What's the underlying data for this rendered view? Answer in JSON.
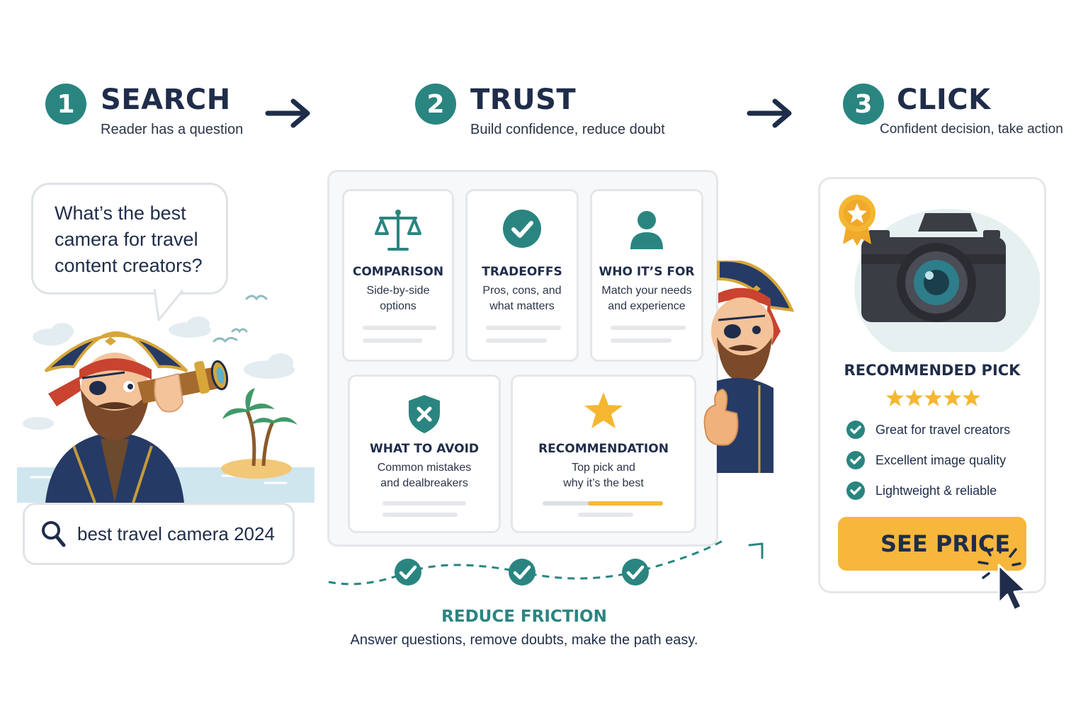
{
  "steps": [
    {
      "number": "1",
      "title": "SEARCH",
      "subtitle": "Reader has a question"
    },
    {
      "number": "2",
      "title": "TRUST",
      "subtitle": "Build confidence, reduce doubt"
    },
    {
      "number": "3",
      "title": "CLICK",
      "subtitle": "Confident decision, take action"
    }
  ],
  "search": {
    "bubble_lines": [
      "What’s the best",
      "camera for travel",
      "content creators?"
    ],
    "query": "best travel camera 2024"
  },
  "trust": {
    "cards": [
      {
        "title": "COMPARISON",
        "desc": [
          "Side-by-side",
          "options"
        ],
        "icon": "scales-icon"
      },
      {
        "title": "TRADEOFFS",
        "desc": [
          "Pros, cons, and",
          "what matters"
        ],
        "icon": "checkmark-circle-icon"
      },
      {
        "title": "WHO IT’S FOR",
        "desc": [
          "Match your needs",
          "and experience"
        ],
        "icon": "person-icon"
      },
      {
        "title": "WHAT TO AVOID",
        "desc": [
          "Common mistakes",
          "and dealbreakers"
        ],
        "icon": "shield-x-icon"
      },
      {
        "title": "RECOMMENDATION",
        "desc": [
          "Top pick and",
          "why it’s the best"
        ],
        "icon": "star-icon"
      }
    ],
    "friction_title": "REDUCE FRICTION",
    "friction_subtitle": "Answer questions, remove doubts, make the path easy."
  },
  "click": {
    "pick_title": "RECOMMENDED PICK",
    "rating": 5,
    "benefits": [
      "Great for travel creators",
      "Excellent image quality",
      "Lightweight & reliable"
    ],
    "cta_label": "SEE PRICE"
  },
  "colors": {
    "teal": "#2a8580",
    "navy": "#1f2d4a",
    "gold": "#f6b73c",
    "star": "#f5b731"
  }
}
